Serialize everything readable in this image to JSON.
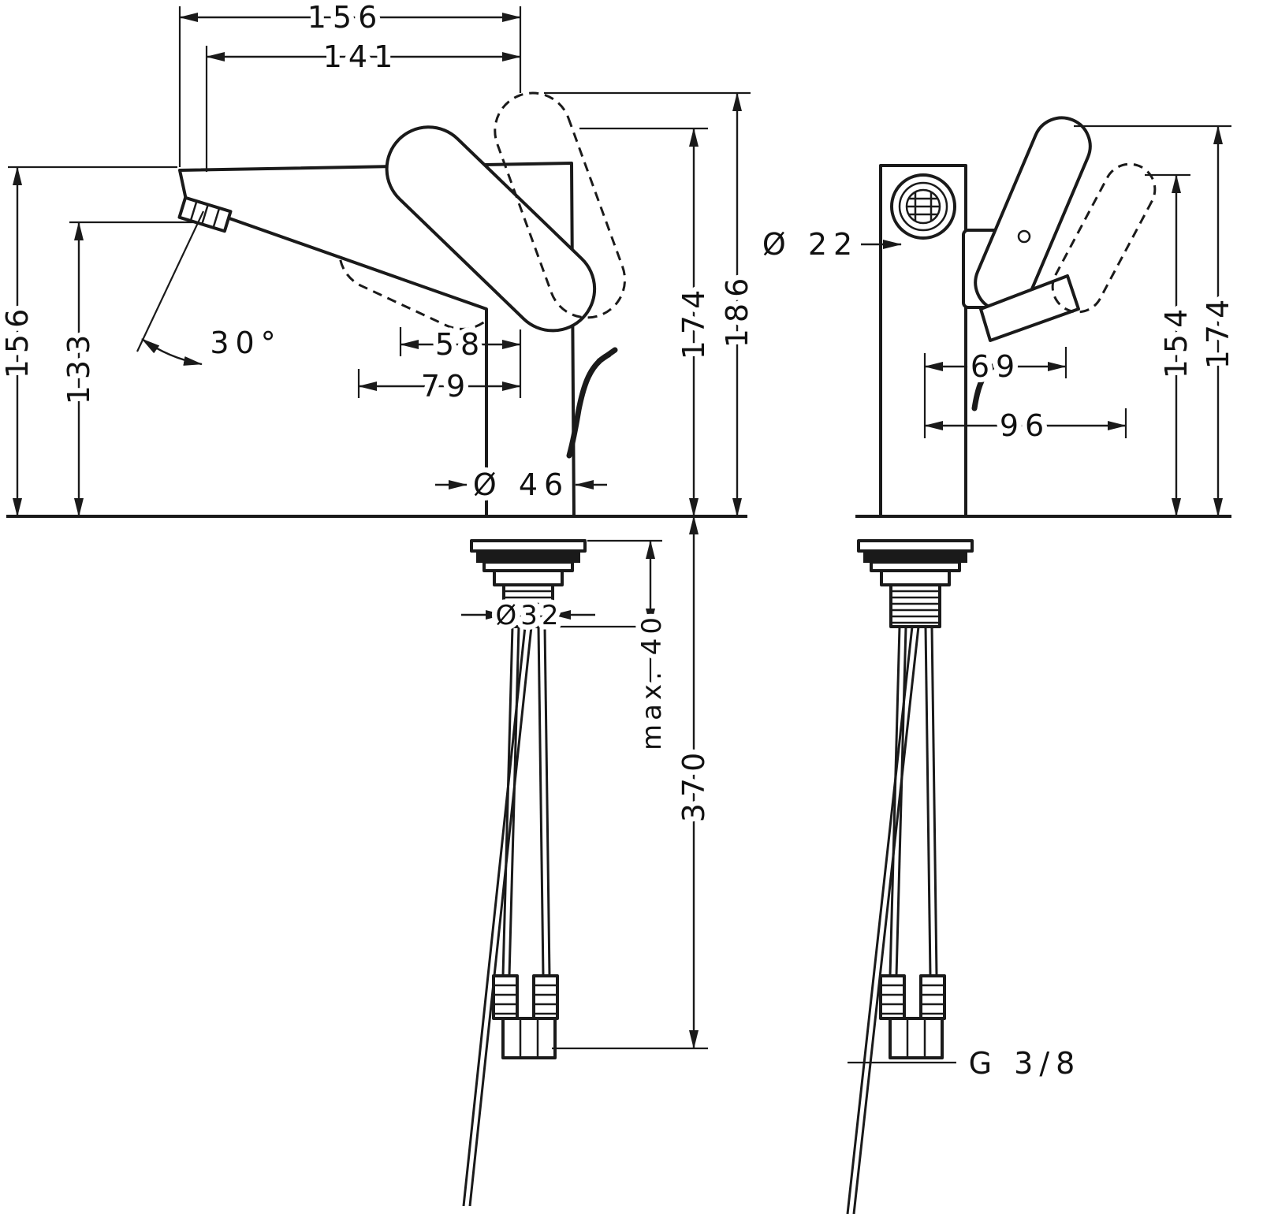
{
  "drawing": {
    "type": "faucet installation dimension drawing",
    "background": "#ffffff",
    "line_color": "#1a1a1a"
  },
  "side_view": {
    "name": "side view",
    "dims": {
      "overall_width": "156",
      "spout_reach": "141",
      "height_total_left": "156",
      "spout_outlet_height": "133",
      "spout_angle": "30°",
      "handle_width": "58",
      "handle_reach": "79",
      "base_diameter": "Ø 46",
      "height_to_handle": "174",
      "height_overall": "186",
      "shank_diameter": "Ø32",
      "mounting_thickness": "max. 40",
      "hose_length": "370"
    }
  },
  "front_view": {
    "name": "front view",
    "dims": {
      "aerator_diameter": "Ø 22",
      "handle_offset": "69",
      "handle_swing": "96",
      "height_open": "154",
      "height_closed": "174",
      "connection_thread": "G 3/8"
    }
  }
}
